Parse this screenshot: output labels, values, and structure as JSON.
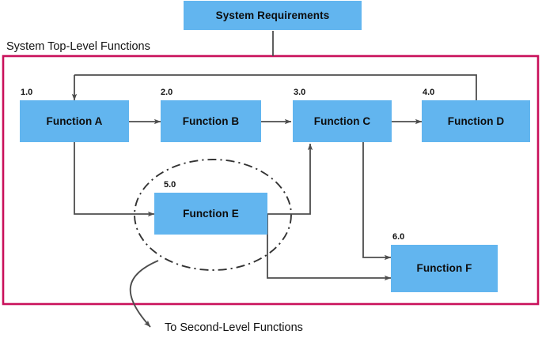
{
  "diagram": {
    "title": "System Top-Level Functions block diagram",
    "colors": {
      "node_fill": "#62b5ef",
      "boundary_stroke": "#c9105a",
      "connector_stroke": "#4d4d4d",
      "ellipse_stroke": "#333333",
      "text": "#111111"
    },
    "boundary": {
      "label": "System Top-Level Functions"
    },
    "source_node": {
      "label": "System Requirements"
    },
    "nodes": [
      {
        "id": "a",
        "number": "1.0",
        "label": "Function A"
      },
      {
        "id": "b",
        "number": "2.0",
        "label": "Function B"
      },
      {
        "id": "c",
        "number": "3.0",
        "label": "Function C"
      },
      {
        "id": "d",
        "number": "4.0",
        "label": "Function D"
      },
      {
        "id": "e",
        "number": "5.0",
        "label": "Function E"
      },
      {
        "id": "f",
        "number": "6.0",
        "label": "Function F"
      }
    ],
    "annotations": [
      {
        "id": "second-level",
        "label": "To Second-Level Functions"
      }
    ]
  }
}
